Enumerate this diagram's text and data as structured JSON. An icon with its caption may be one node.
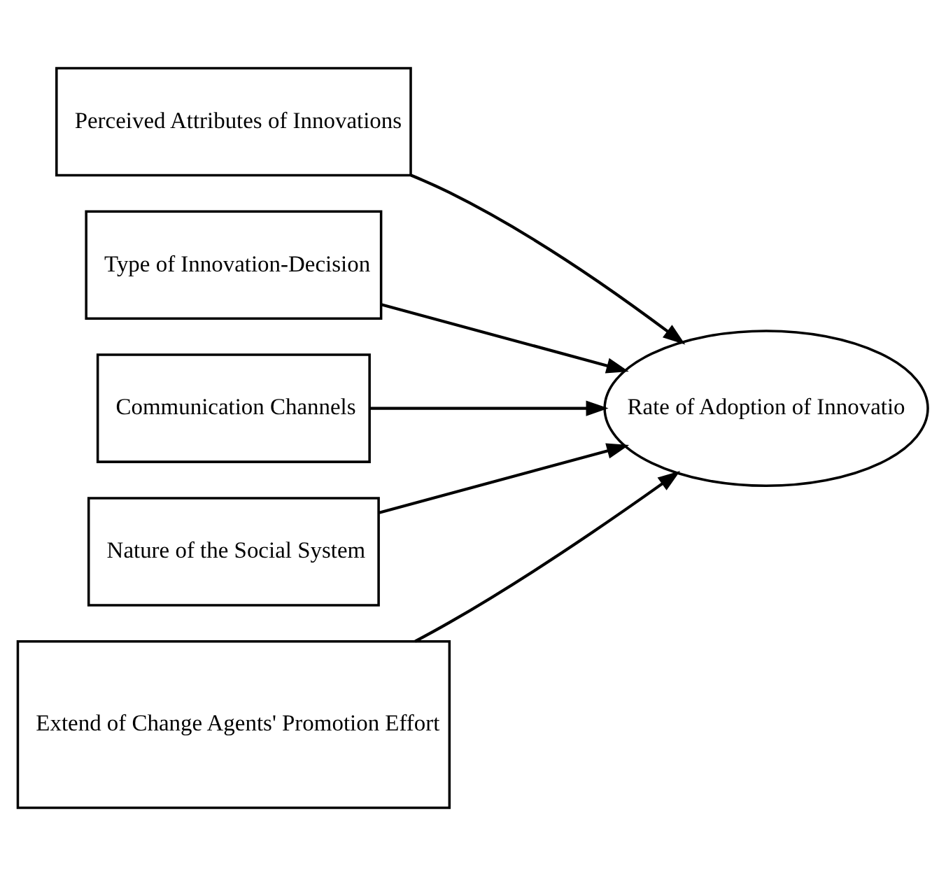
{
  "diagram": {
    "nodes": [
      {
        "text": [
          "Perceived Attributes of Innovations"
        ]
      },
      {
        "text": [
          "Type of Innovation-Decision"
        ]
      },
      {
        "text": [
          "Communication Channels"
        ]
      },
      {
        "text": [
          "Nature of the Social System"
        ]
      },
      {
        "text": [
          "Extend of Change Agents' Promotion Effort"
        ]
      },
      {
        "text": [
          "Rate of Adoption of Innovatio"
        ]
      }
    ],
    "edges": [
      {
        "from": 0,
        "to": 5,
        "arrow": "to"
      },
      {
        "from": 1,
        "to": 5,
        "arrow": "to"
      },
      {
        "from": 2,
        "to": 5,
        "arrow": "to"
      },
      {
        "from": 3,
        "to": 5,
        "arrow": "to"
      },
      {
        "from": 4,
        "to": 5,
        "arrow": "to"
      }
    ]
  }
}
